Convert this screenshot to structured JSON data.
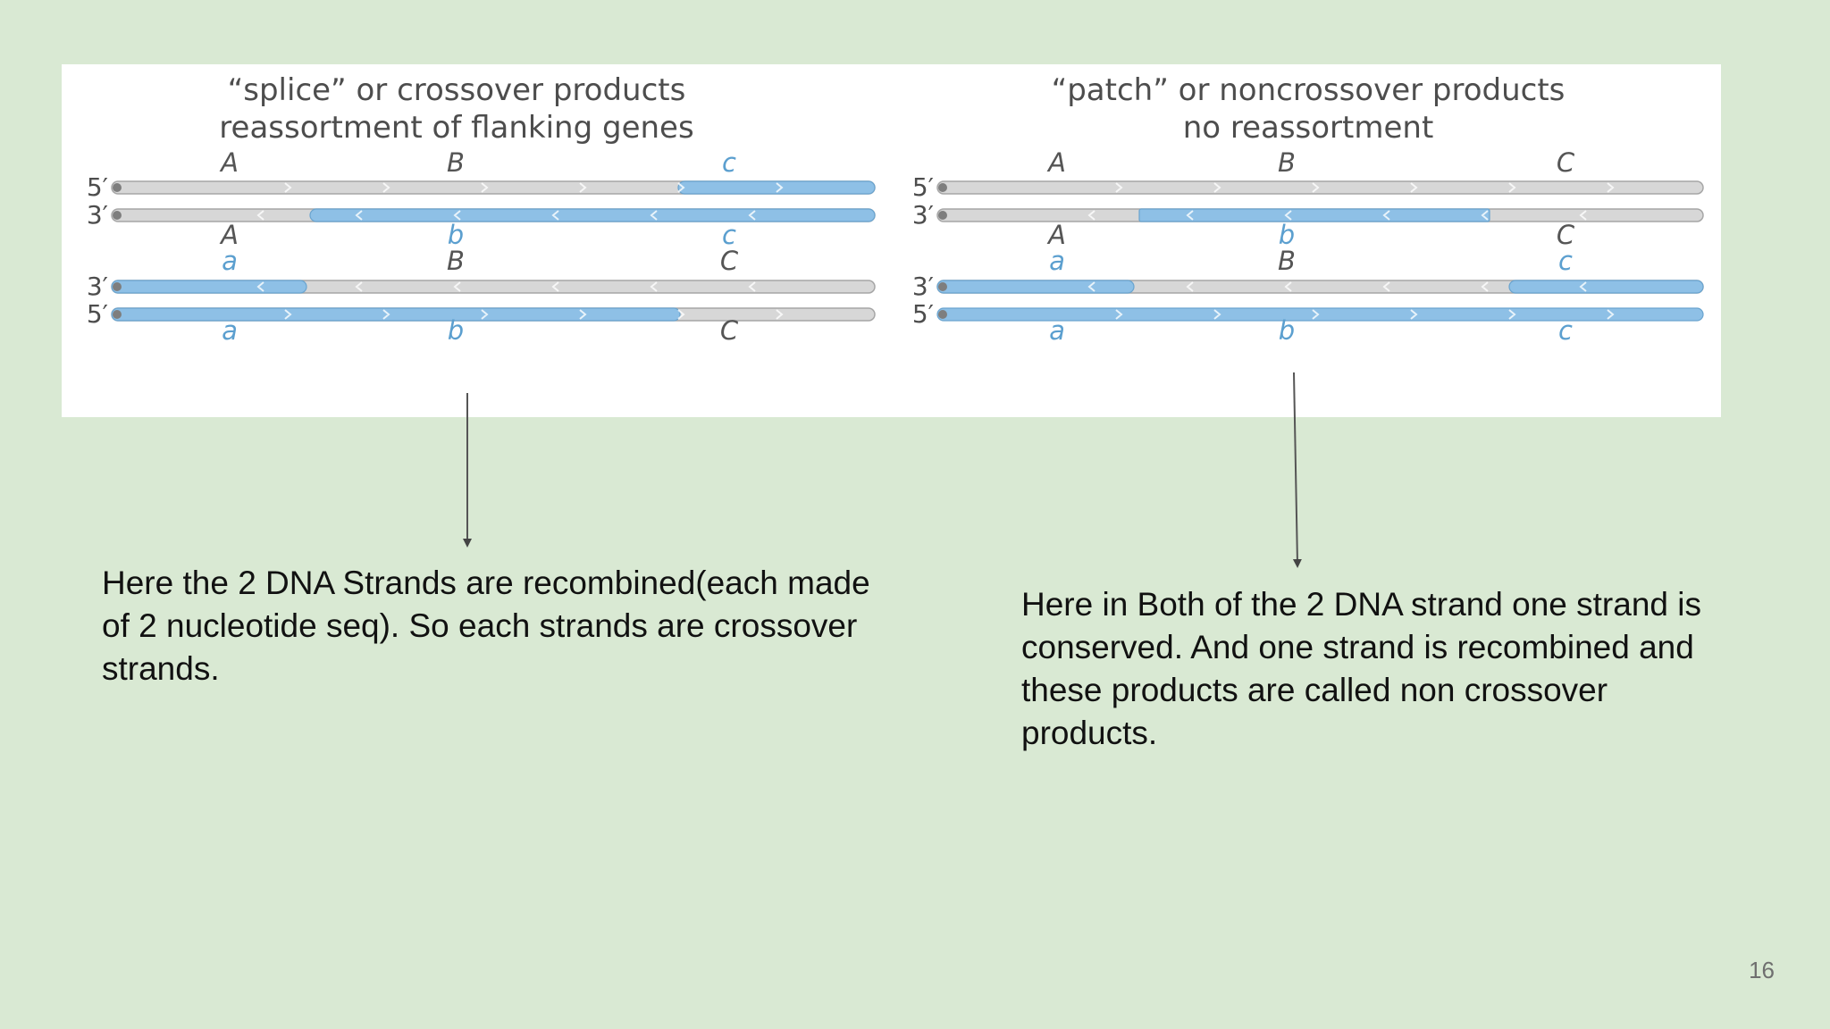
{
  "figure": {
    "left_panel": {
      "title_line1": "“splice” or crossover products",
      "title_line2": "reassortment of flanking genes",
      "end_labels": [
        "5′",
        "3′",
        "3′",
        "5′"
      ],
      "gene_rows": [
        [
          {
            "text": "A",
            "color": "gray"
          },
          {
            "text": "B",
            "color": "gray"
          },
          {
            "text": "c",
            "color": "blue"
          }
        ],
        [
          {
            "text": "A",
            "color": "gray"
          },
          {
            "text": "b",
            "color": "blue"
          },
          {
            "text": "c",
            "color": "blue"
          }
        ],
        [
          {
            "text": "a",
            "color": "blue"
          },
          {
            "text": "B",
            "color": "gray"
          },
          {
            "text": "C",
            "color": "gray"
          }
        ],
        [
          {
            "text": "a",
            "color": "blue"
          },
          {
            "text": "b",
            "color": "blue"
          },
          {
            "text": "C",
            "color": "gray"
          }
        ]
      ]
    },
    "right_panel": {
      "title_line1": "“patch” or noncrossover products",
      "title_line2": "no reassortment",
      "end_labels": [
        "5′",
        "3′",
        "3′",
        "5′"
      ],
      "gene_rows": [
        [
          {
            "text": "A",
            "color": "gray"
          },
          {
            "text": "B",
            "color": "gray"
          },
          {
            "text": "C",
            "color": "gray"
          }
        ],
        [
          {
            "text": "A",
            "color": "gray"
          },
          {
            "text": "b",
            "color": "blue"
          },
          {
            "text": "C",
            "color": "gray"
          }
        ],
        [
          {
            "text": "a",
            "color": "blue"
          },
          {
            "text": "B",
            "color": "gray"
          },
          {
            "text": "c",
            "color": "blue"
          }
        ],
        [
          {
            "text": "a",
            "color": "blue"
          },
          {
            "text": "b",
            "color": "blue"
          },
          {
            "text": "c",
            "color": "blue"
          }
        ]
      ]
    }
  },
  "notes": {
    "left": "Here the 2 DNA Strands are recombined(each made of 2 nucleotide seq). So each strands are crossover strands.",
    "right": "Here in Both of the 2 DNA strand one strand is conserved. And one strand is recombined and these products are called non crossover products."
  },
  "page_number": "16",
  "colors": {
    "background": "#d9e9d3",
    "strand_gray": "#d7d7d7",
    "strand_blue": "#8ec0e6",
    "gene_gray": "#555555",
    "gene_blue": "#5b9fcf"
  }
}
